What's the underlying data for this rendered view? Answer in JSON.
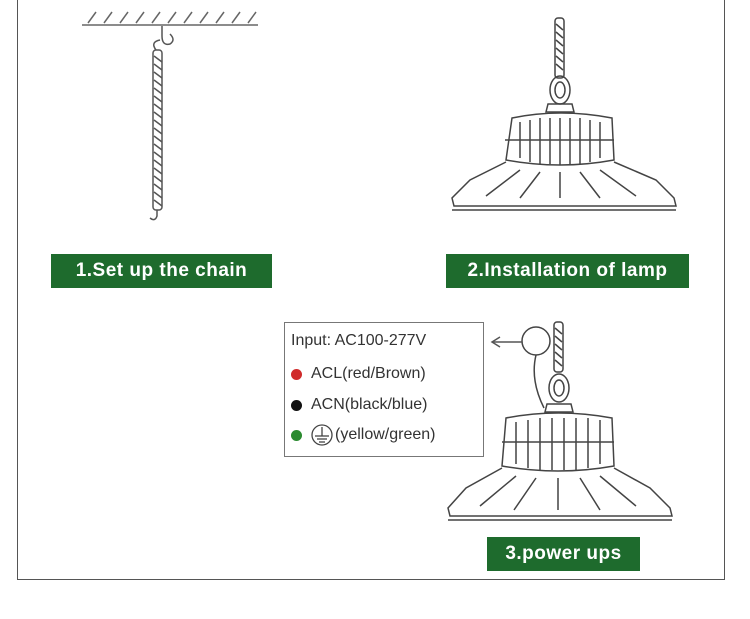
{
  "steps": {
    "step1": "1.Set up the chain",
    "step2": "2.Installation of lamp",
    "step3": "3.power ups"
  },
  "wiring": {
    "input": "Input: AC100-277V",
    "acl": "ACL(red/Brown)",
    "acn": "ACN(black/blue)",
    "ground": "(yellow/green)"
  },
  "colors": {
    "step_bg": "#1e6b2d",
    "acl_dot": "#d02b2b",
    "acn_dot": "#111111",
    "ground_dot": "#2a8a2f"
  },
  "icons": {
    "ground": "ground-symbol-icon"
  }
}
